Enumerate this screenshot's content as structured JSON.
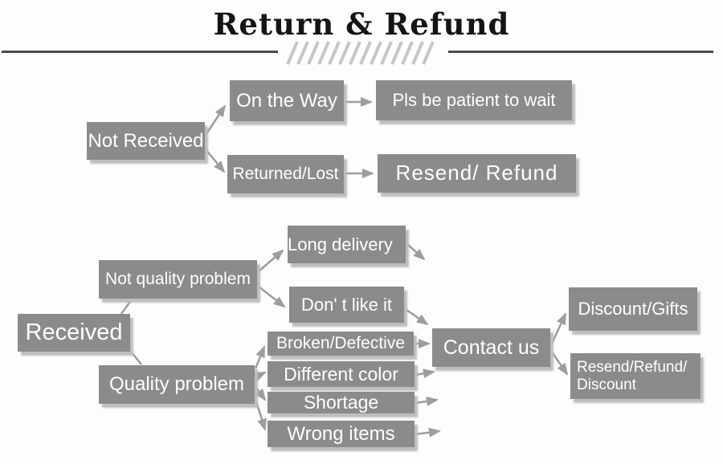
{
  "title": "Return & Refund",
  "colors": {
    "box_fill": "#8b8b8b",
    "box_text": "#ffffff",
    "arrow": "#9d9d9d",
    "title_text": "#141414",
    "divider_rule": "#4a4a4a",
    "hatch": "#c6c6c6",
    "background": "#fdfdfd"
  },
  "nodes": {
    "not_received": {
      "label": "Not Received"
    },
    "on_the_way": {
      "label": "On the Way"
    },
    "pls_be_patient": {
      "label": "Pls be patient to wait"
    },
    "returned_lost": {
      "label": "Returned/Lost"
    },
    "resend_refund": {
      "label": "Resend/ Refund"
    },
    "received": {
      "label": "Received"
    },
    "not_quality_problem": {
      "label": "Not quality problem"
    },
    "quality_problem": {
      "label": "Quality problem"
    },
    "long_delivery": {
      "label": "Long delivery"
    },
    "dont_like_it": {
      "label": "Don' t like it"
    },
    "broken_defective": {
      "label": "Broken/Defective"
    },
    "different_color": {
      "label": "Different color"
    },
    "shortage": {
      "label": "Shortage"
    },
    "wrong_items": {
      "label": "Wrong items"
    },
    "contact_us": {
      "label": "Contact us"
    },
    "discount_gifts": {
      "label": "Discount/Gifts"
    },
    "resend_refund_discount": {
      "line1": "Resend/Refund/",
      "line2": "Discount"
    }
  }
}
